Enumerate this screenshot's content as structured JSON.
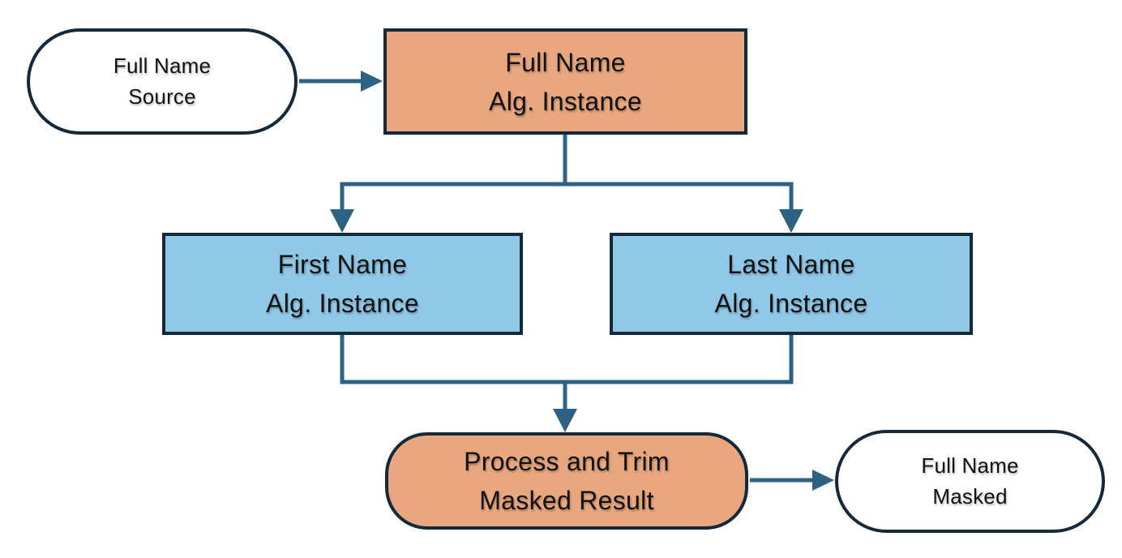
{
  "diagram": {
    "colors": {
      "node_border": "#14293A",
      "connector": "#2E6285",
      "orange_fill": "#E8A77E",
      "blue_fill": "#90C8E8",
      "white_fill": "#FFFFFF",
      "text": "#111111"
    },
    "nodes": [
      {
        "id": "full-name-source",
        "shape": "stadium",
        "fill": "white",
        "line1": "Full Name",
        "line2": "Source"
      },
      {
        "id": "full-name-alg-instance",
        "shape": "rectangle",
        "fill": "orange",
        "line1": "Full Name",
        "line2": "Alg. Instance"
      },
      {
        "id": "first-name-alg-instance",
        "shape": "rectangle",
        "fill": "blue",
        "line1": "First Name",
        "line2": "Alg. Instance"
      },
      {
        "id": "last-name-alg-instance",
        "shape": "rectangle",
        "fill": "blue",
        "line1": "Last Name",
        "line2": "Alg. Instance"
      },
      {
        "id": "process-and-trim",
        "shape": "rounded-rectangle",
        "fill": "orange",
        "line1": "Process and Trim",
        "line2": "Masked Result"
      },
      {
        "id": "full-name-masked",
        "shape": "stadium",
        "fill": "white",
        "line1": "Full Name",
        "line2": "Masked"
      }
    ],
    "edges": [
      {
        "from": "full-name-source",
        "to": "full-name-alg-instance"
      },
      {
        "from": "full-name-alg-instance",
        "to": "first-name-alg-instance"
      },
      {
        "from": "full-name-alg-instance",
        "to": "last-name-alg-instance"
      },
      {
        "from": "first-name-alg-instance",
        "to": "process-and-trim"
      },
      {
        "from": "last-name-alg-instance",
        "to": "process-and-trim"
      },
      {
        "from": "process-and-trim",
        "to": "full-name-masked"
      }
    ]
  }
}
